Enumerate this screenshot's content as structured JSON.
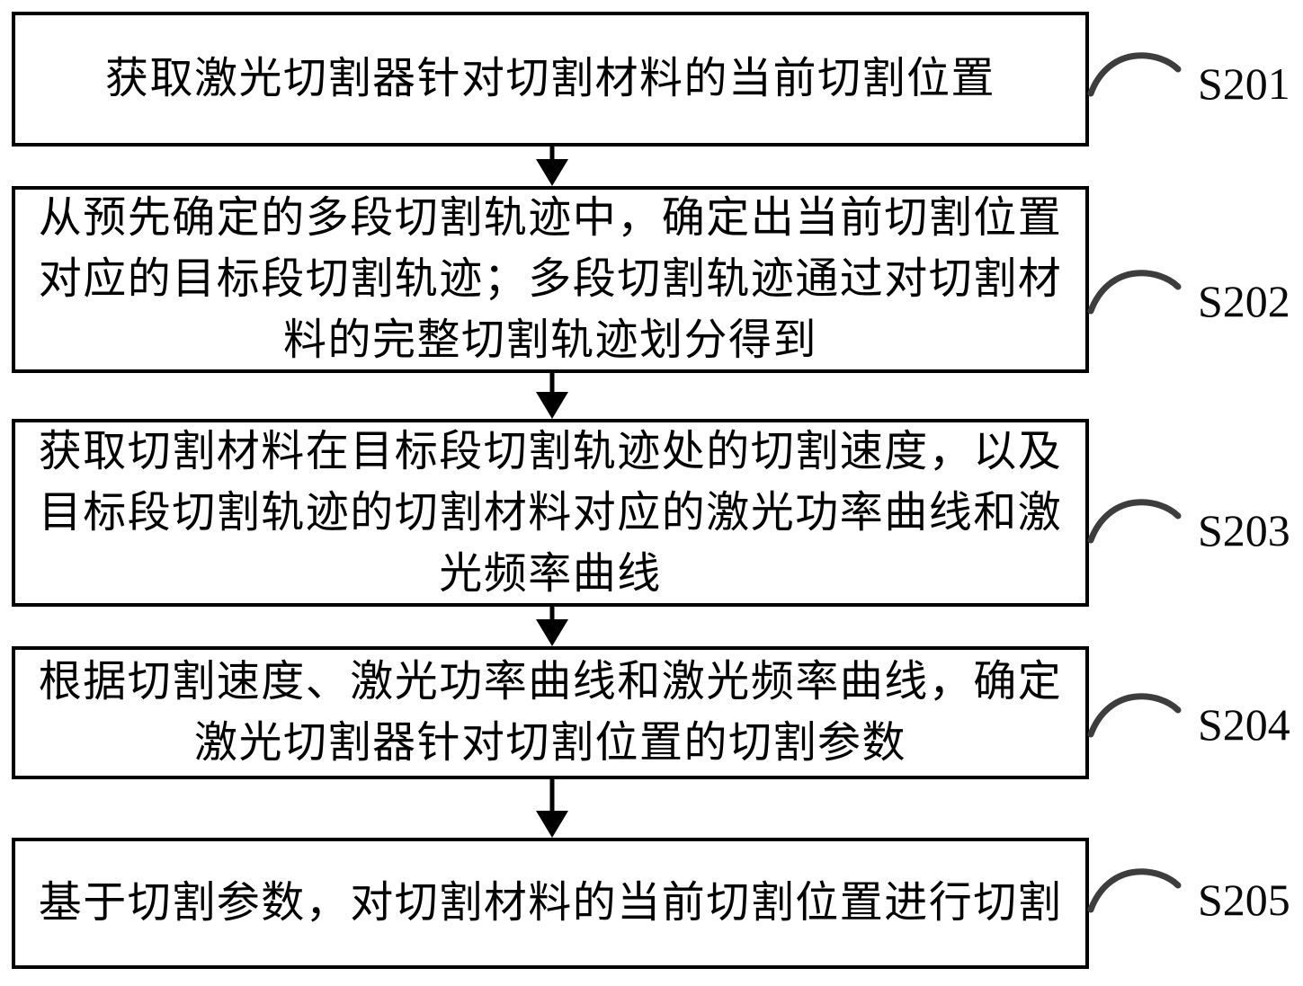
{
  "figure": {
    "background_color": "#ffffff",
    "box_border_color": "#000000",
    "text_color": "#000000",
    "arrow_color": "#000000",
    "arc_color": "#3d3d3d"
  },
  "flowchart": {
    "type": "vertical-flow",
    "steps": [
      {
        "step_label": "S201",
        "lines": [
          "获取激光切割器针对切割材料的当前切割位置"
        ]
      },
      {
        "step_label": "S202",
        "lines": [
          "从预先确定的多段切割轨迹中，确定出当前切割位置",
          "对应的目标段切割轨迹；多段切割轨迹通过对切割材",
          "料的完整切割轨迹划分得到"
        ]
      },
      {
        "step_label": "S203",
        "lines": [
          "获取切割材料在目标段切割轨迹处的切割速度，以及",
          "目标段切割轨迹的切割材料对应的激光功率曲线和激",
          "光频率曲线"
        ]
      },
      {
        "step_label": "S204",
        "lines": [
          "根据切割速度、激光功率曲线和激光频率曲线，确定",
          "激光切割器针对切割位置的切割参数"
        ]
      },
      {
        "step_label": "S205",
        "lines": [
          "基于切割参数，对切割材料的当前切割位置进行切割"
        ]
      }
    ]
  }
}
